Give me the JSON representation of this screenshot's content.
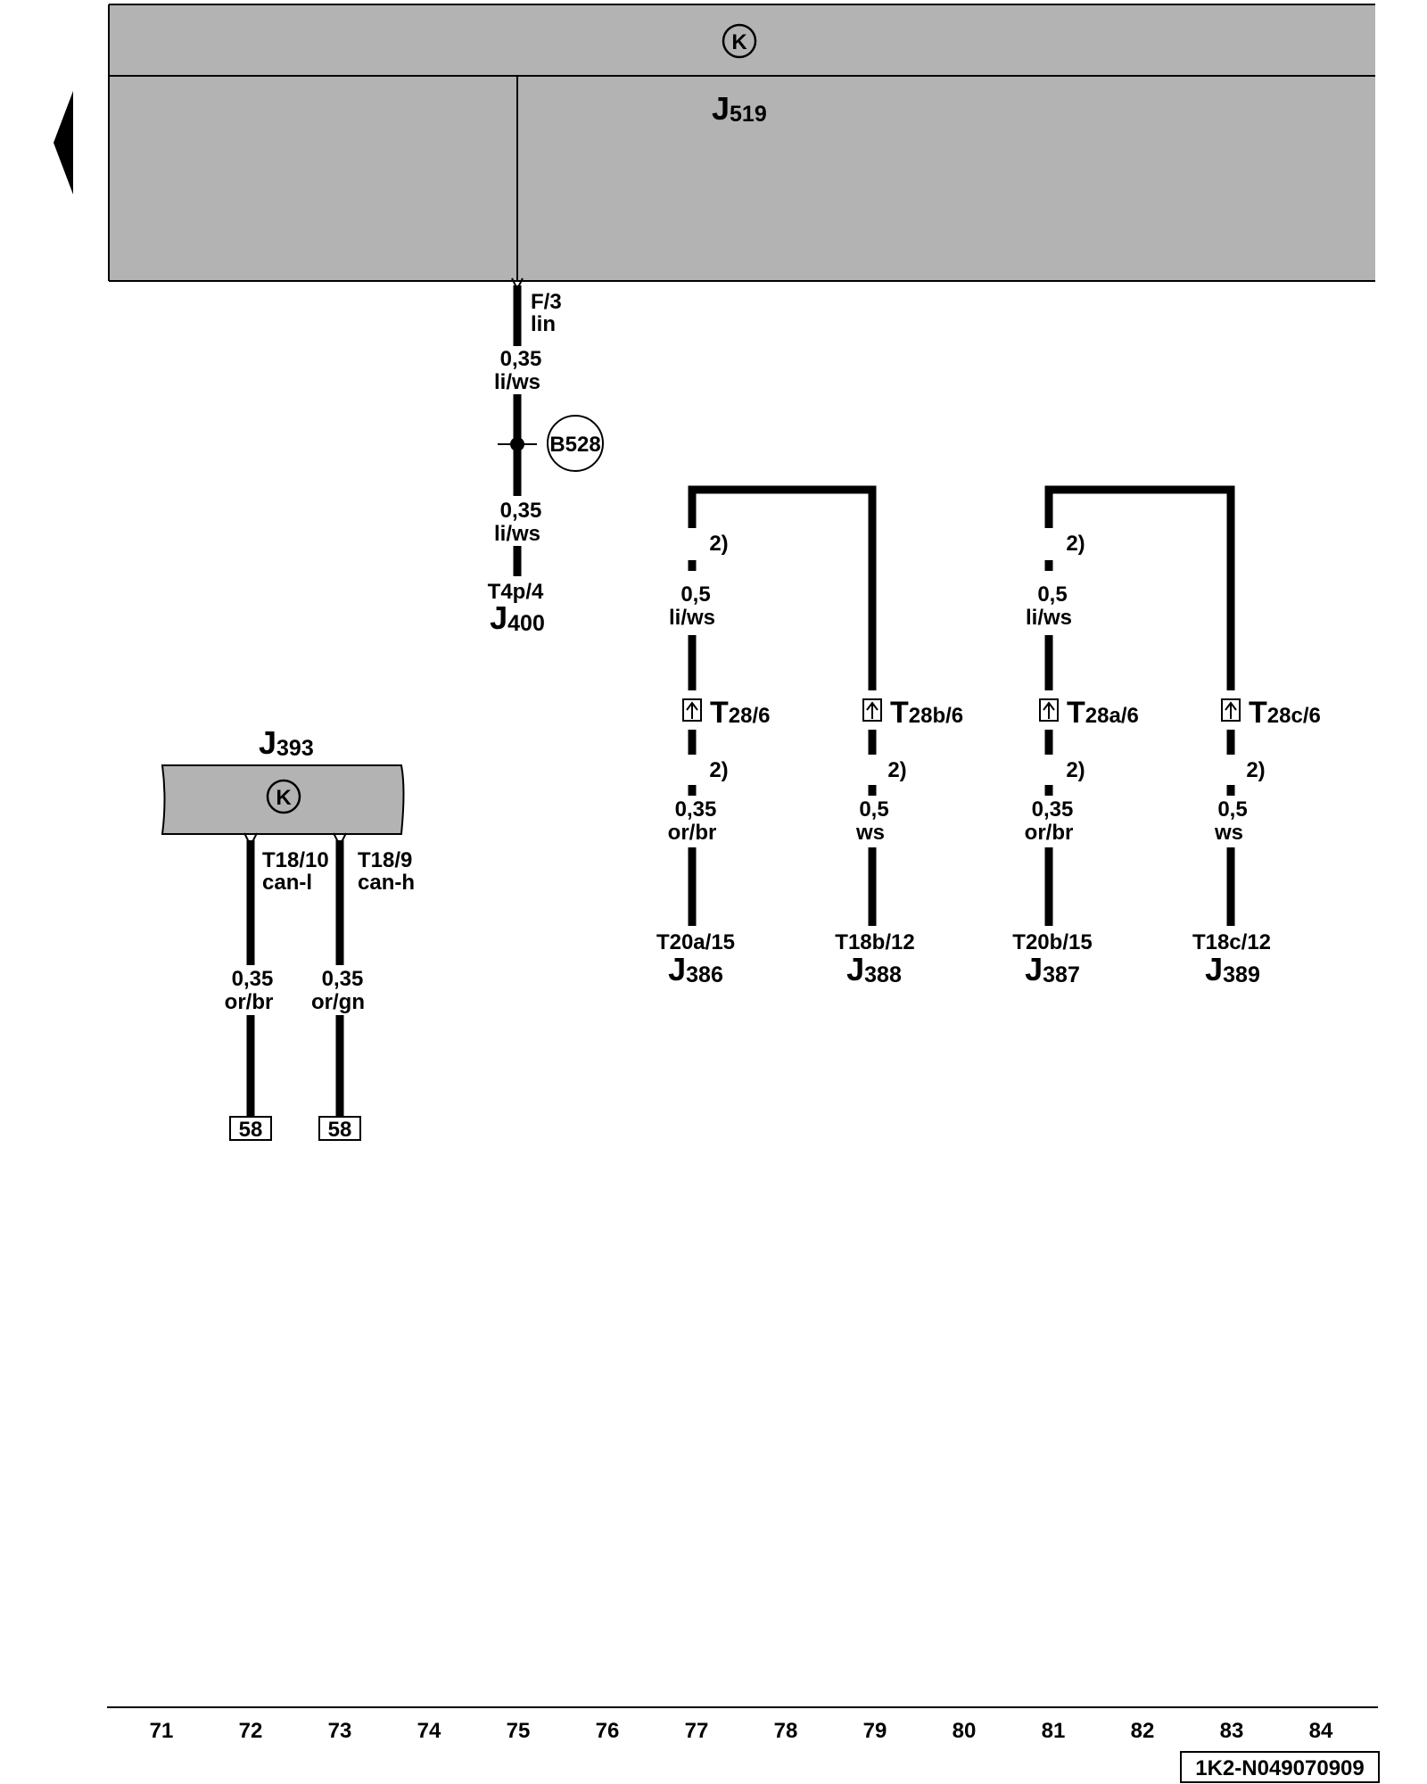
{
  "main_unit": {
    "id": "J",
    "id_sub": "519",
    "symbol": "K"
  },
  "lin_wire": {
    "pin": "F/3",
    "signal": "lin",
    "upper": {
      "size": "0,35",
      "color": "li/ws"
    },
    "splice": "B528",
    "lower": {
      "size": "0,35",
      "color": "li/ws"
    },
    "end_pin": "T4p/4",
    "end_id": "J",
    "end_sub": "400"
  },
  "gateway": {
    "id": "J",
    "id_sub": "393",
    "symbol": "K",
    "wires": [
      {
        "pin": "T18/10",
        "signal": "can-l",
        "size": "0,35",
        "color": "or/br",
        "ref": "58"
      },
      {
        "pin": "T18/9",
        "signal": "can-h",
        "size": "0,35",
        "color": "or/gn",
        "ref": "58"
      }
    ]
  },
  "door_groups": [
    {
      "note": "2)",
      "top_size": "0,5",
      "top_color": "li/ws",
      "legs": [
        {
          "conn": "T",
          "conn_sub": "28/6",
          "note": "2)",
          "size": "0,35",
          "color": "or/br",
          "end_pin": "T20a/15",
          "end_id": "J",
          "end_sub": "386"
        },
        {
          "conn": "T",
          "conn_sub": "28b/6",
          "note": "2)",
          "size": "0,5",
          "color": "ws",
          "end_pin": "T18b/12",
          "end_id": "J",
          "end_sub": "388"
        }
      ]
    },
    {
      "note": "2)",
      "top_size": "0,5",
      "top_color": "li/ws",
      "legs": [
        {
          "conn": "T",
          "conn_sub": "28a/6",
          "note": "2)",
          "size": "0,35",
          "color": "or/br",
          "end_pin": "T20b/15",
          "end_id": "J",
          "end_sub": "387"
        },
        {
          "conn": "T",
          "conn_sub": "28c/6",
          "note": "2)",
          "size": "0,5",
          "color": "ws",
          "end_pin": "T18c/12",
          "end_id": "J",
          "end_sub": "389"
        }
      ]
    }
  ],
  "grid_numbers": [
    "71",
    "72",
    "73",
    "74",
    "75",
    "76",
    "77",
    "78",
    "79",
    "80",
    "81",
    "82",
    "83",
    "84"
  ],
  "doc_number": "1K2-N049070909",
  "colors": {
    "module_fill": "#b3b3b3",
    "line": "#000000",
    "background": "#ffffff"
  }
}
